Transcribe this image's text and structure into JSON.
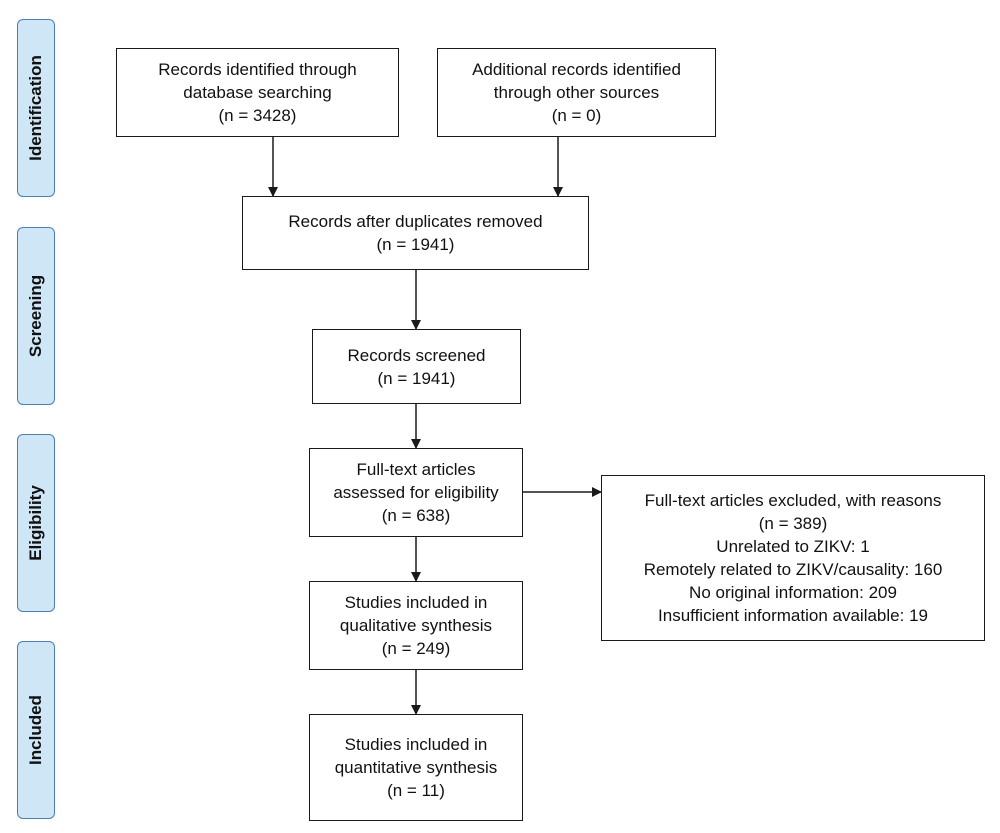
{
  "phases": {
    "identification": "Identification",
    "screening": "Screening",
    "eligibility": "Eligibility",
    "included": "Included"
  },
  "boxes": {
    "database_search": {
      "line1": "Records identified through",
      "line2": "database searching",
      "count": "(n = 3428)"
    },
    "other_sources": {
      "line1": "Additional records identified",
      "line2": "through other sources",
      "count": "(n = 0)"
    },
    "duplicates_removed": {
      "line1": "Records after duplicates removed",
      "count": "(n = 1941)"
    },
    "screened": {
      "line1": "Records screened",
      "count": "(n = 1941)"
    },
    "full_text": {
      "line1": "Full-text articles",
      "line2": "assessed for eligibility",
      "count": "(n = 638)"
    },
    "excluded": {
      "line1": "Full-text articles excluded, with reasons",
      "count": "(n = 389)",
      "reasons": [
        "Unrelated to ZIKV: 1",
        "Remotely related to ZIKV/causality: 160",
        "No original information: 209",
        "Insufficient information available: 19"
      ]
    },
    "qualitative": {
      "line1": "Studies included in",
      "line2": "qualitative synthesis",
      "count": "(n = 249)"
    },
    "quantitative": {
      "line1": "Studies included in",
      "line2": "quantitative synthesis",
      "count": "(n = 11)"
    }
  },
  "colors": {
    "phase_fill": "#cfe6f7",
    "phase_border": "#4a7fb0",
    "line": "#1a1a1a"
  }
}
